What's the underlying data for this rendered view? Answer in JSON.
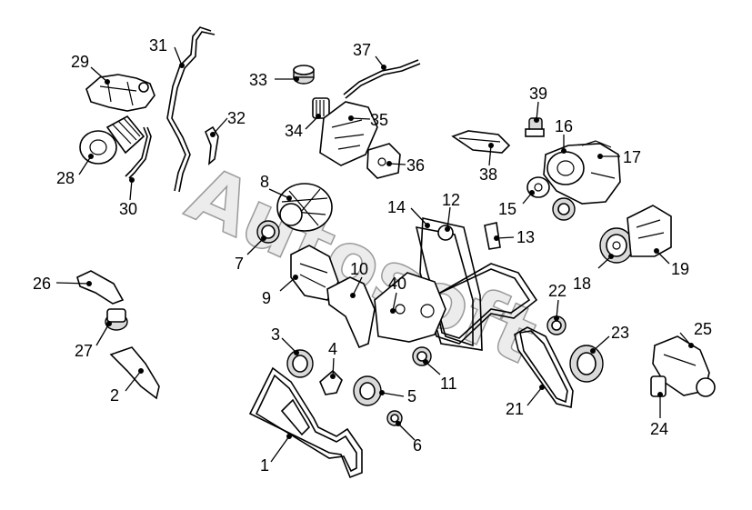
{
  "watermark": "Autosoft",
  "callouts": [
    {
      "id": "c1",
      "label": "1"
    },
    {
      "id": "c2",
      "label": "2"
    },
    {
      "id": "c3",
      "label": "3"
    },
    {
      "id": "c4",
      "label": "4"
    },
    {
      "id": "c5",
      "label": "5"
    },
    {
      "id": "c6",
      "label": "6"
    },
    {
      "id": "c7",
      "label": "7"
    },
    {
      "id": "c8",
      "label": "8"
    },
    {
      "id": "c9",
      "label": "9"
    },
    {
      "id": "c10",
      "label": "10"
    },
    {
      "id": "c11",
      "label": "11"
    },
    {
      "id": "c12",
      "label": "12"
    },
    {
      "id": "c13",
      "label": "13"
    },
    {
      "id": "c14",
      "label": "14"
    },
    {
      "id": "c15",
      "label": "15"
    },
    {
      "id": "c16",
      "label": "16"
    },
    {
      "id": "c17",
      "label": "17"
    },
    {
      "id": "c18",
      "label": "18"
    },
    {
      "id": "c19",
      "label": "19"
    },
    {
      "id": "c21",
      "label": "21"
    },
    {
      "id": "c22",
      "label": "22"
    },
    {
      "id": "c23",
      "label": "23"
    },
    {
      "id": "c24",
      "label": "24"
    },
    {
      "id": "c25",
      "label": "25"
    },
    {
      "id": "c26",
      "label": "26"
    },
    {
      "id": "c27",
      "label": "27"
    },
    {
      "id": "c28",
      "label": "28"
    },
    {
      "id": "c29",
      "label": "29"
    },
    {
      "id": "c30",
      "label": "30"
    },
    {
      "id": "c31",
      "label": "31"
    },
    {
      "id": "c32",
      "label": "32"
    },
    {
      "id": "c33",
      "label": "33"
    },
    {
      "id": "c34",
      "label": "34"
    },
    {
      "id": "c35",
      "label": "35"
    },
    {
      "id": "c36",
      "label": "36"
    },
    {
      "id": "c37",
      "label": "37"
    },
    {
      "id": "c38",
      "label": "38"
    },
    {
      "id": "c39",
      "label": "39"
    },
    {
      "id": "c40",
      "label": "40"
    }
  ]
}
